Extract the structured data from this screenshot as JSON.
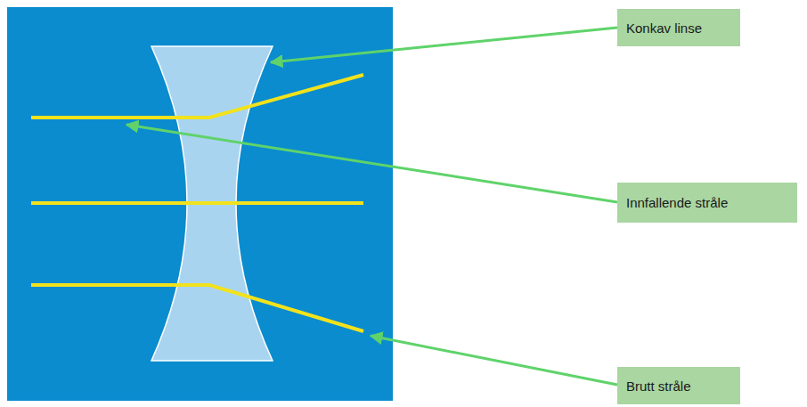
{
  "diagram": {
    "nodes": [
      {
        "text": [
          "Konkav linse"
        ]
      },
      {
        "text": [
          "Innfallende stråle"
        ]
      },
      {
        "text": [
          "Brutt stråle"
        ]
      }
    ]
  }
}
